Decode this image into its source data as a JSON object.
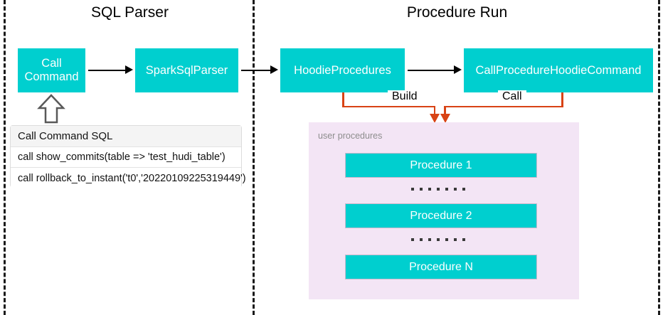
{
  "sections": [
    {
      "title": "SQL Parser"
    },
    {
      "title": "Procedure Run"
    }
  ],
  "flow": {
    "nodes": [
      {
        "label": "Call\nCommand",
        "name": "call-command"
      },
      {
        "label": "SparkSqlParser",
        "name": "spark-sql-parser"
      },
      {
        "label": "HoodieProcedures",
        "name": "hoodie-procedures"
      },
      {
        "label": "CallProcedureHoodieCommand",
        "name": "call-procedure-hoodie-command"
      }
    ]
  },
  "sql_table": {
    "header": "Call Command SQL",
    "rows": [
      "call show_commits(table => 'test_hudi_table')",
      "call rollback_to_instant('t0','20220109225319449')"
    ]
  },
  "connectors": {
    "build_label": "Build",
    "call_label": "Call"
  },
  "procedures_panel": {
    "label": "user procedures",
    "items": [
      {
        "label": "Procedure 1"
      },
      {
        "label": "Procedure 2"
      },
      {
        "label": "Procedure N"
      }
    ],
    "ellipsis_count": 7
  },
  "colors": {
    "node_fill": "#00CFCF",
    "panel_fill": "#F3E5F5",
    "connector": "#D84315",
    "divider": "#1a1a1a"
  }
}
